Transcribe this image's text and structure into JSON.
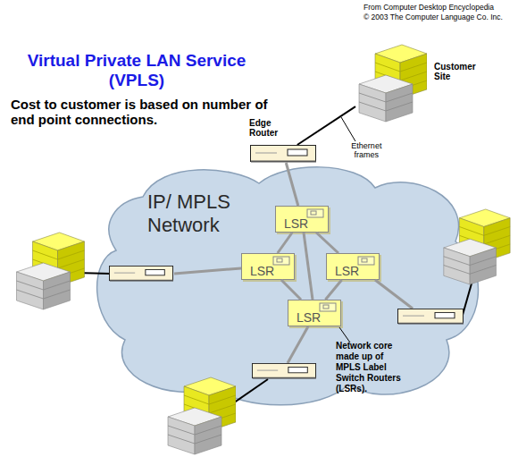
{
  "diagram": {
    "title": "Virtual Private LAN Service (VPLS)",
    "nodes": [
      {
        "text": [
          "Customer Site"
        ]
      },
      {
        "text": [
          "Edge Router"
        ]
      },
      {
        "text": [
          "IP/ MPLS Network"
        ]
      },
      {
        "text": [
          "LSR"
        ],
        "in": 2
      },
      {
        "text": [
          "LSR"
        ],
        "in": 2
      },
      {
        "text": [
          "LSR"
        ],
        "in": 2
      },
      {
        "text": [
          "LSR"
        ],
        "in": 2
      }
    ],
    "edges": [
      {
        "from": 1,
        "to": 0,
        "arrow": "none",
        "label": "Ethernet frames"
      },
      {
        "from": 3,
        "to": 1,
        "arrow": "none"
      },
      {
        "from": 3,
        "to": 4,
        "arrow": "none"
      },
      {
        "from": 3,
        "to": 5,
        "arrow": "none"
      },
      {
        "from": 3,
        "to": 6,
        "arrow": "none"
      },
      {
        "from": 4,
        "to": 6,
        "arrow": "none"
      },
      {
        "from": 5,
        "to": 6,
        "arrow": "none"
      }
    ],
    "labels": [
      "From Computer Desktop Encyclopedia",
      "© 2003 The Computer Language Co. Inc.",
      "Cost to customer is based on number of end point connections.",
      "Network core made up of MPLS Label Switch Routers (LSRs)."
    ]
  }
}
